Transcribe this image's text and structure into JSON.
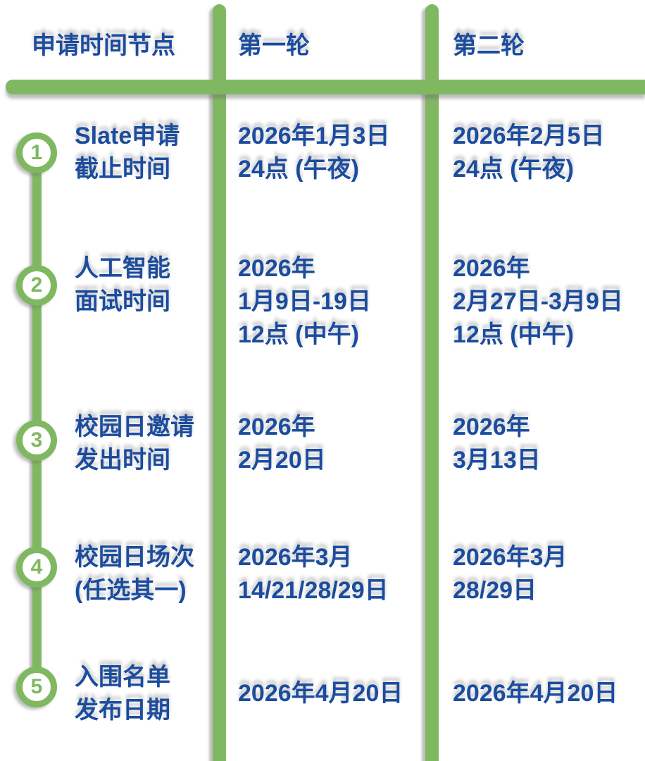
{
  "colors": {
    "accent_green": "#80b862",
    "text_blue": "#1b4c9e"
  },
  "header": {
    "timeline_label": "申请时间节点",
    "round1_label": "第一轮",
    "round2_label": "第二轮"
  },
  "rows": [
    {
      "num": "1",
      "label": "Slate申请\n截止时间",
      "round1": "2026年1月3日\n24点 (午夜)",
      "round2": "2026年2月5日\n24点 (午夜)"
    },
    {
      "num": "2",
      "label": "人工智能\n面试时间",
      "round1": "2026年\n1月9日-19日\n12点 (中午)",
      "round2": "2026年\n2月27日-3月9日\n12点 (中午)"
    },
    {
      "num": "3",
      "label": "校园日邀请\n发出时间",
      "round1": "2026年\n2月20日",
      "round2": "2026年\n3月13日"
    },
    {
      "num": "4",
      "label": "校园日场次\n(任选其一)",
      "round1": "2026年3月\n14/21/28/29日",
      "round2": "2026年3月\n28/29日"
    },
    {
      "num": "5",
      "label": "入围名单\n发布日期",
      "round1": "2026年4月20日",
      "round2": "2026年4月20日"
    }
  ]
}
